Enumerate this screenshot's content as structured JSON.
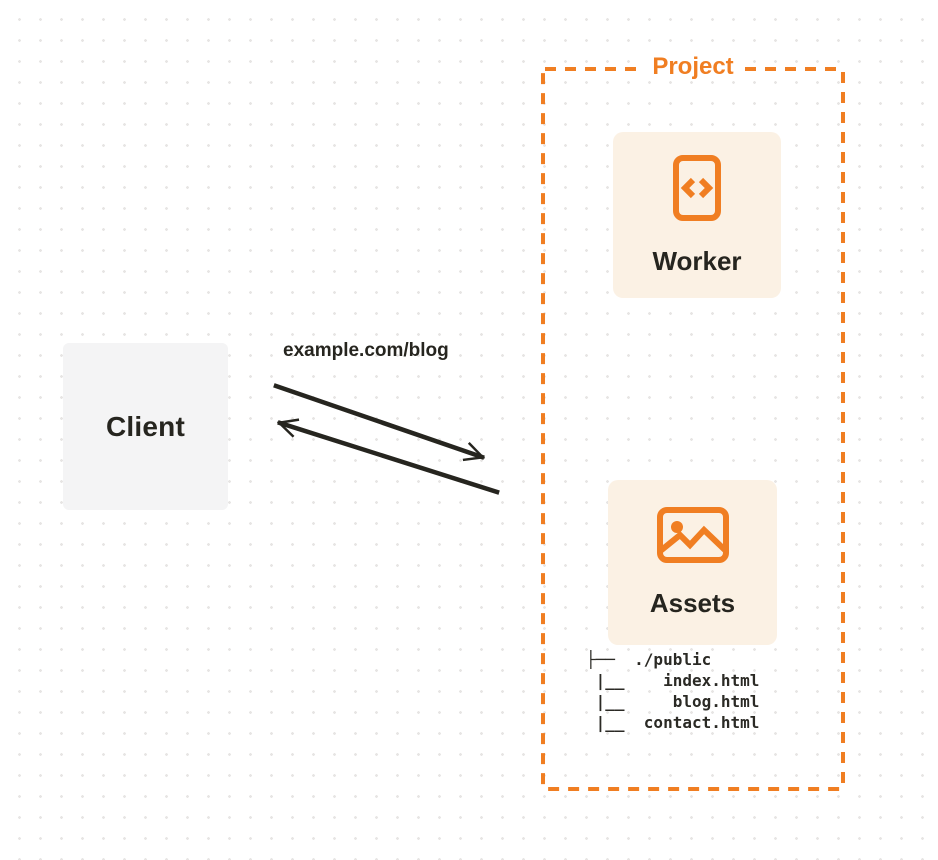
{
  "colors": {
    "accent_orange": "#F07E22",
    "card_bg": "#FBF1E4",
    "client_bg": "#F4F4F5",
    "text_dark": "#26251F",
    "dot_color": "#E7E5E4"
  },
  "client": {
    "label": "Client"
  },
  "request": {
    "label": "example.com/blog"
  },
  "project": {
    "label": "Project",
    "worker": {
      "label": "Worker",
      "icon": "code-document-icon"
    },
    "assets": {
      "label": "Assets",
      "icon": "image-icon",
      "tree_text": "├──  ./public\n |__    index.html\n |__     blog.html\n |__  contact.html"
    }
  }
}
